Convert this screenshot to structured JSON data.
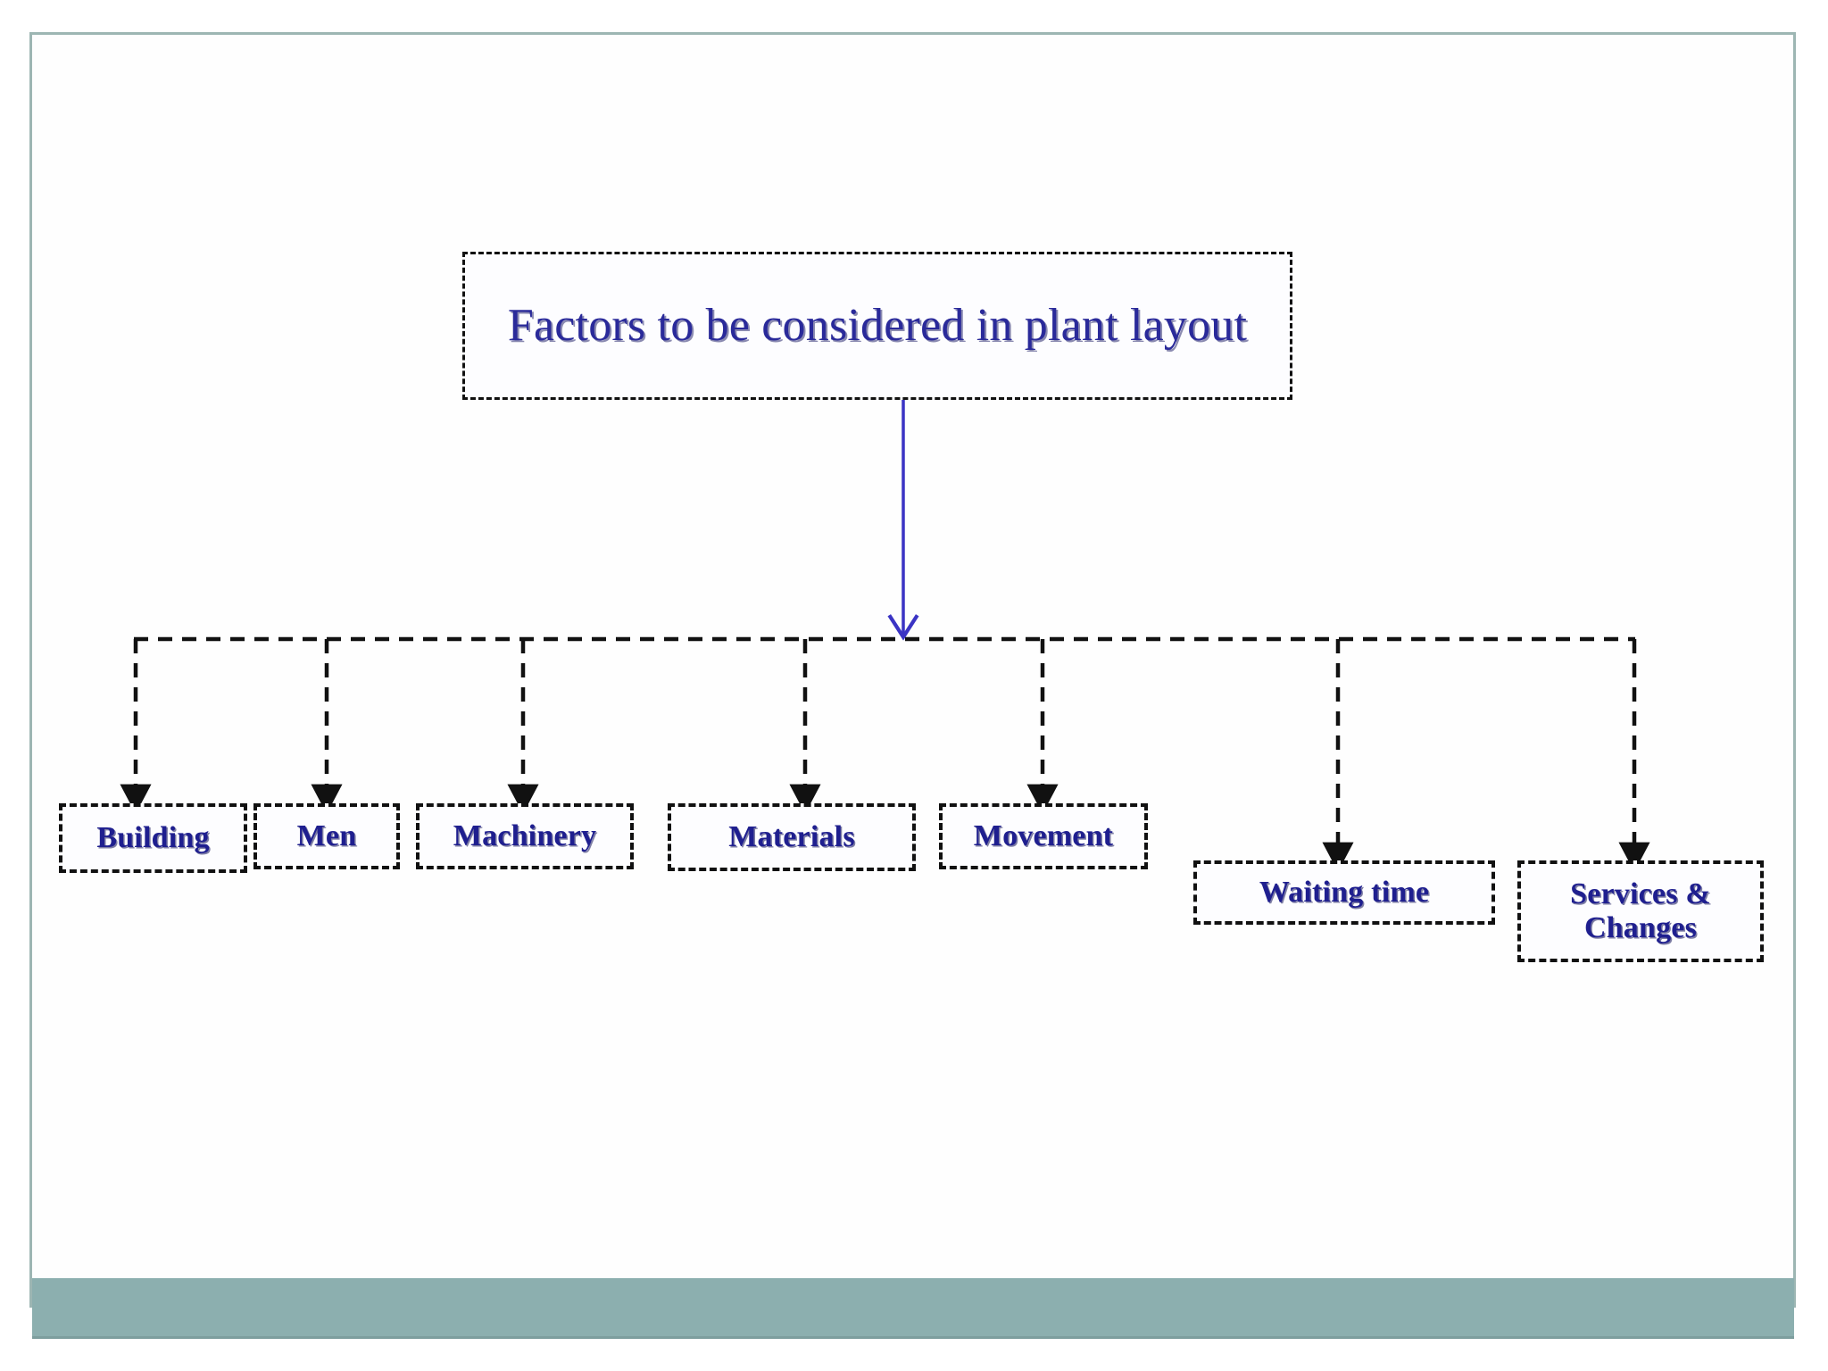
{
  "slide": {
    "background_color": "#ffffff",
    "frame_border_color": "#9db6b3",
    "footer_band_color": "#8cafaf"
  },
  "diagram": {
    "type": "tree",
    "text_color": "#1f1f8f",
    "box_border_color": "#111111",
    "main_arrow_color": "#3b34c4",
    "root": {
      "id": "root",
      "label": "Factors to be considered in plant layout"
    },
    "children": [
      {
        "id": "building",
        "label": "Building"
      },
      {
        "id": "men",
        "label": "Men"
      },
      {
        "id": "machinery",
        "label": "Machinery"
      },
      {
        "id": "materials",
        "label": "Materials"
      },
      {
        "id": "movement",
        "label": "Movement"
      },
      {
        "id": "waiting-time",
        "label": "Waiting time"
      },
      {
        "id": "services-changes",
        "label": "Services & Changes",
        "line1": "Services &",
        "line2": "Changes"
      }
    ]
  }
}
